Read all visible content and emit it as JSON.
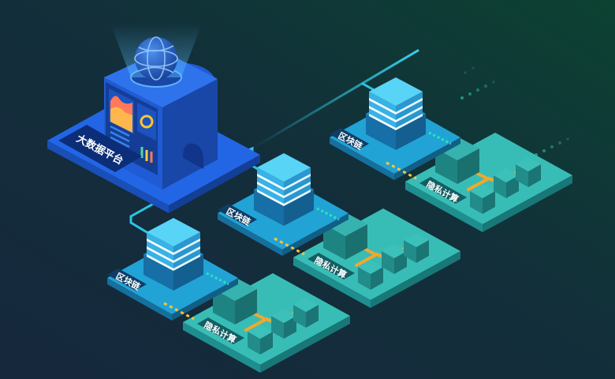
{
  "platform": {
    "label": "大数据平台"
  },
  "nodes": [
    {
      "blockchain_label": "区块链",
      "privacy_label": "隐私计算"
    },
    {
      "blockchain_label": "区块链",
      "privacy_label": "隐私计算"
    },
    {
      "blockchain_label": "区块链",
      "privacy_label": "隐私计算"
    }
  ],
  "colors": {
    "background_dark": "#152a3d",
    "background_green": "#0e3e34",
    "platform_blue": "#1e63e0",
    "network_line": "#2cc6e6",
    "cube_top": "#4fd0f4",
    "privacy_platform": "#36b9b3",
    "pipe_orange": "#f3a72c"
  }
}
